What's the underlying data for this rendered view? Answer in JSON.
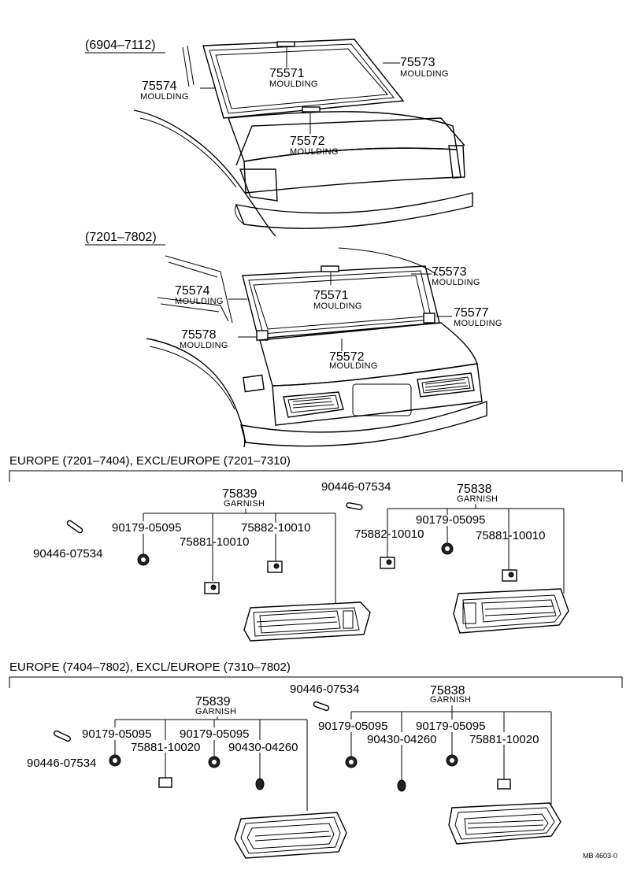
{
  "sections": {
    "top": {
      "range": "(6904–7112)",
      "labels": {
        "p75571": {
          "num": "75571",
          "name": "MOULDING"
        },
        "p75573": {
          "num": "75573",
          "name": "MOULDING"
        },
        "p75574": {
          "num": "75574",
          "name": "MOULDING"
        },
        "p75572": {
          "num": "75572",
          "name": "MOULDING"
        }
      }
    },
    "middle": {
      "range": "(7201–7802)",
      "labels": {
        "p75573": {
          "num": "75573",
          "name": "MOULDING"
        },
        "p75574": {
          "num": "75574",
          "name": "MOULDING"
        },
        "p75571": {
          "num": "75571",
          "name": "MOULDING"
        },
        "p75577": {
          "num": "75577",
          "name": "MOULDING"
        },
        "p75578": {
          "num": "75578",
          "name": "MOULDING"
        },
        "p75572": {
          "num": "75572",
          "name": "MOULDING"
        }
      }
    },
    "europe1": {
      "header": "EUROPE (7201–7404), EXCL/EUROPE (7201–7310)",
      "left": {
        "garnish_num": "75839",
        "garnish_name": "GARNISH",
        "p1": "90179-05095",
        "p2": "75882-10010",
        "p3": "75881-10010",
        "pin": "90446-07534"
      },
      "right": {
        "garnish_num": "75838",
        "garnish_name": "GARNISH",
        "pin": "90446-07534",
        "p1": "90179-05095",
        "p2": "75882-10010",
        "p3": "75881-10010"
      }
    },
    "europe2": {
      "header": "EUROPE (7404–7802), EXCL/EUROPE (7310–7802)",
      "left": {
        "garnish_num": "75839",
        "garnish_name": "GARNISH",
        "p1": "90179-05095",
        "p2": "90179-05095",
        "p3": "75881-10020",
        "p4": "90430-04260",
        "pin": "90446-07534"
      },
      "right": {
        "garnish_num": "75838",
        "garnish_name": "GARNISH",
        "pin": "90446-07534",
        "p1": "90179-05095",
        "p2": "90179-05095",
        "p3": "90430-04260",
        "p4": "75881-10020"
      }
    }
  },
  "footer_code": "MB 4603-0"
}
